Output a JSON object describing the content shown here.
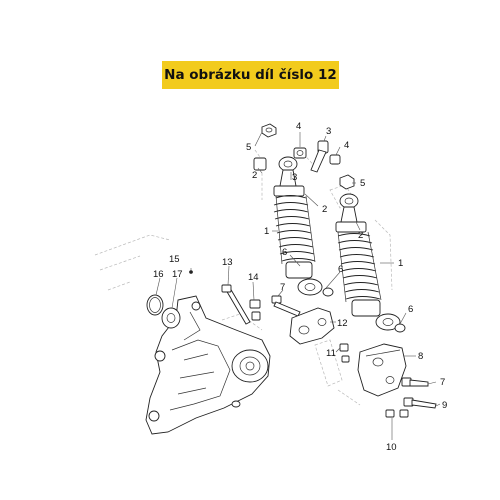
{
  "banner": {
    "text": "Na obrázku díl číslo 12"
  },
  "callouts": [
    {
      "id": "c5a",
      "text": "5"
    },
    {
      "id": "c4a",
      "text": "4"
    },
    {
      "id": "c3a",
      "text": "3"
    },
    {
      "id": "c4b",
      "text": "4"
    },
    {
      "id": "c2a",
      "text": "2"
    },
    {
      "id": "c3b",
      "text": "3"
    },
    {
      "id": "c5b",
      "text": "5"
    },
    {
      "id": "c2b",
      "text": "2"
    },
    {
      "id": "c2c",
      "text": "2"
    },
    {
      "id": "c1a",
      "text": "1"
    },
    {
      "id": "c1b",
      "text": "1"
    },
    {
      "id": "c6a",
      "text": "6"
    },
    {
      "id": "c6b",
      "text": "6"
    },
    {
      "id": "c6c",
      "text": "6"
    },
    {
      "id": "c15",
      "text": "15"
    },
    {
      "id": "c16",
      "text": "16"
    },
    {
      "id": "c17",
      "text": "17"
    },
    {
      "id": "c13",
      "text": "13"
    },
    {
      "id": "c14",
      "text": "14"
    },
    {
      "id": "c7a",
      "text": "7"
    },
    {
      "id": "c12",
      "text": "12"
    },
    {
      "id": "c11",
      "text": "11"
    },
    {
      "id": "c8",
      "text": "8"
    },
    {
      "id": "c7b",
      "text": "7"
    },
    {
      "id": "c9",
      "text": "9"
    },
    {
      "id": "c10",
      "text": "10"
    }
  ]
}
